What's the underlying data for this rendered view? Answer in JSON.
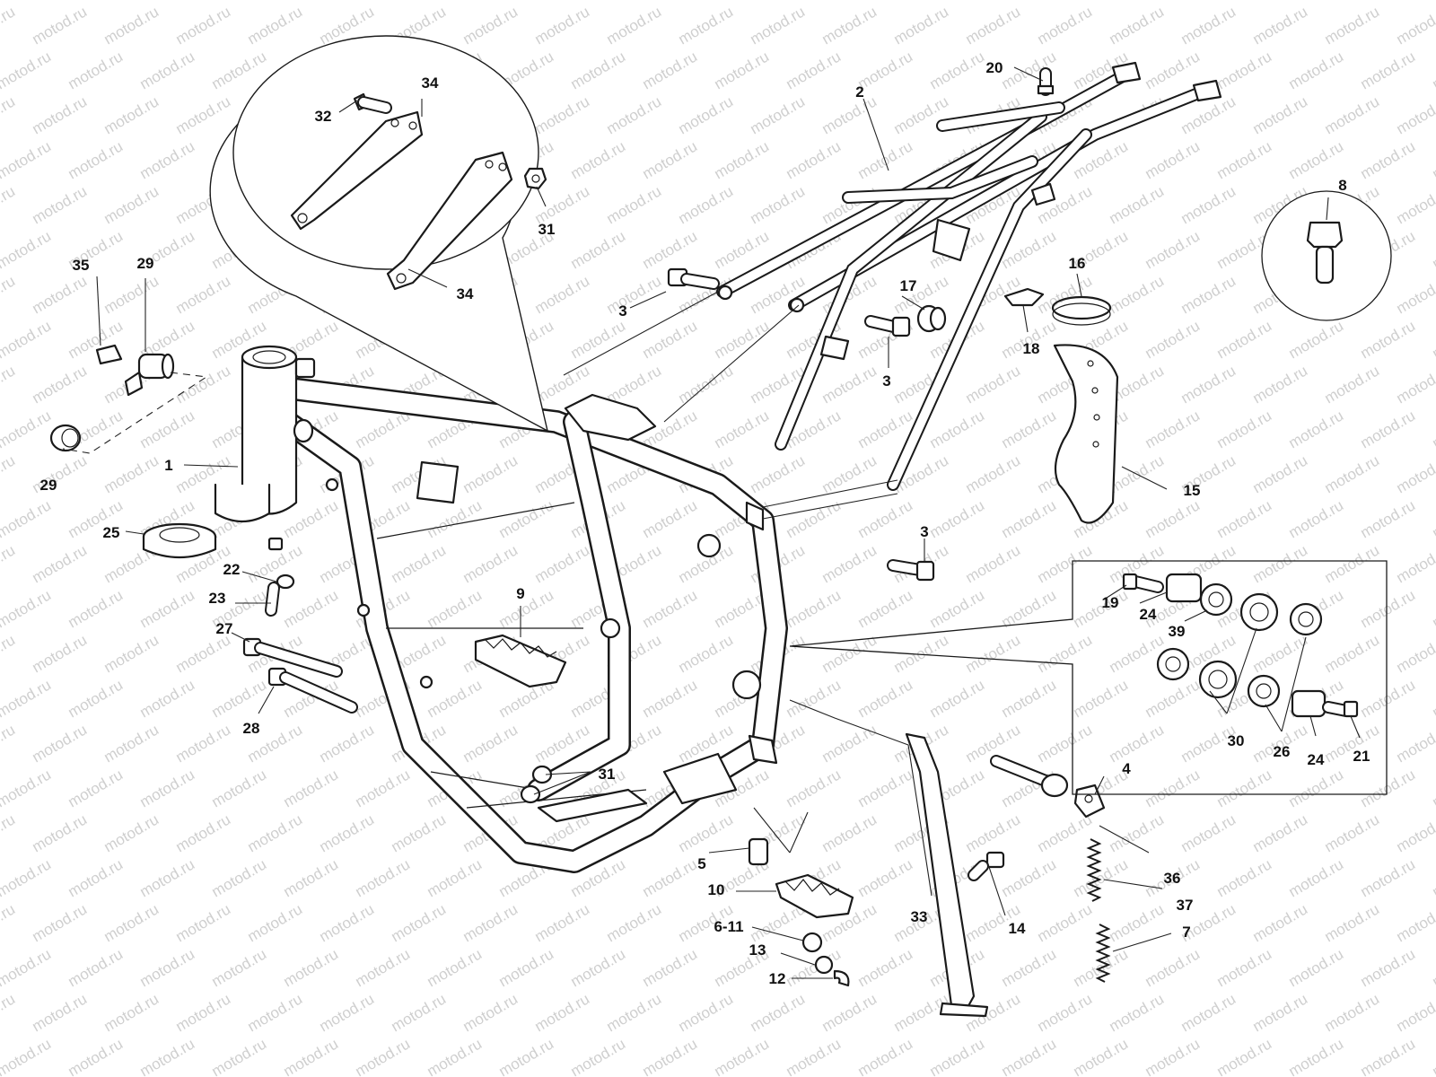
{
  "watermark": "motod.ru",
  "callouts": {
    "c1": "1",
    "c2": "2",
    "c3a": "3",
    "c3b": "3",
    "c3c": "3",
    "c4": "4",
    "c5": "5",
    "c6_11": "6-11",
    "c7": "7",
    "c8": "8",
    "c9": "9",
    "c10": "10",
    "c12": "12",
    "c13": "13",
    "c14": "14",
    "c15": "15",
    "c16": "16",
    "c17": "17",
    "c18": "18",
    "c19": "19",
    "c20": "20",
    "c21": "21",
    "c22": "22",
    "c23": "23",
    "c24a": "24",
    "c24b": "24",
    "c25": "25",
    "c26": "26",
    "c27": "27",
    "c28": "28",
    "c29a": "29",
    "c29b": "29",
    "c30": "30",
    "c31a": "31",
    "c31b": "31",
    "c32": "32",
    "c33": "33",
    "c34a": "34",
    "c34b": "34",
    "c35": "35",
    "c36": "36",
    "c37": "37",
    "c39": "39"
  },
  "colors": {
    "line": "#1a1a1a",
    "watermark": "#cfcfcf",
    "background": "#ffffff"
  }
}
